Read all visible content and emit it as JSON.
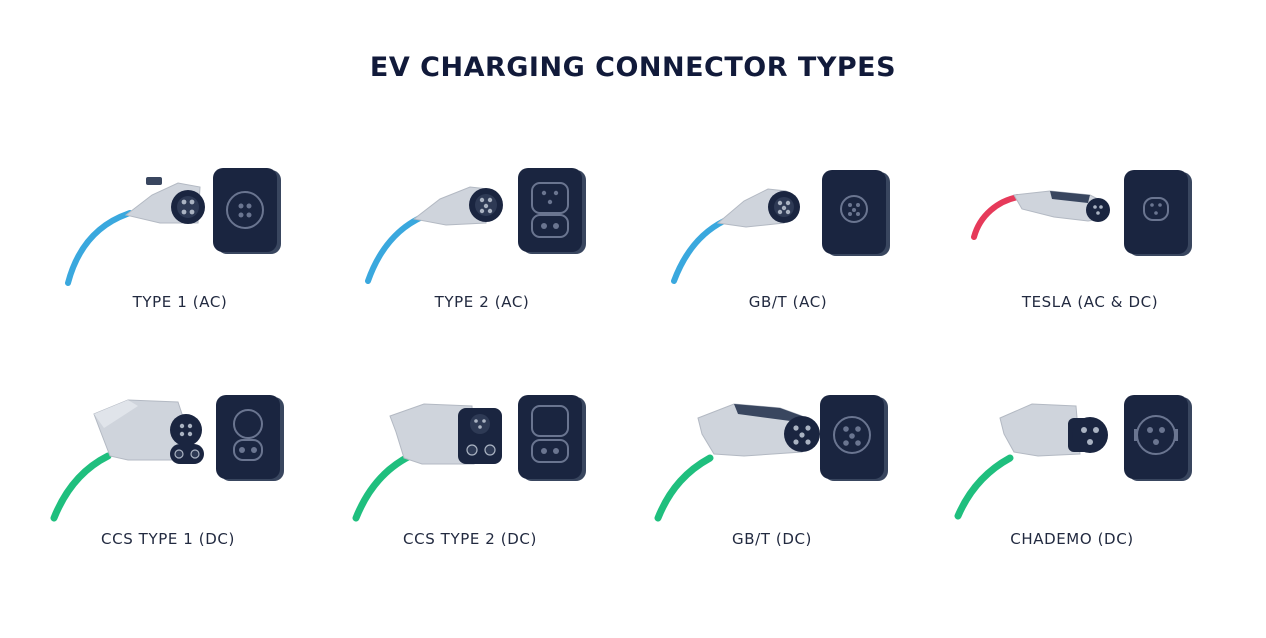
{
  "title": "EV CHARGING CONNECTOR TYPES",
  "colors": {
    "ac_cable": "#3aa8de",
    "dc_cable": "#1fbf7e",
    "tesla_cable": "#e63a5a",
    "socket_dark": "#1a2540",
    "socket_plate": "#39465f",
    "plug_body": "#cfd4dc",
    "text": "#111a3a"
  },
  "connectors": [
    {
      "label": "TYPE 1 (AC)",
      "cable": "ac",
      "icon": "type1-plug-icon"
    },
    {
      "label": "TYPE 2 (AC)",
      "cable": "ac",
      "icon": "type2-plug-icon"
    },
    {
      "label": "GB/T (AC)",
      "cable": "ac",
      "icon": "gbt-ac-plug-icon"
    },
    {
      "label": "TESLA (AC & DC)",
      "cable": "tesla",
      "icon": "tesla-plug-icon"
    },
    {
      "label": "CCS TYPE 1 (DC)",
      "cable": "dc",
      "icon": "ccs1-plug-icon"
    },
    {
      "label": "CCS TYPE 2 (DC)",
      "cable": "dc",
      "icon": "ccs2-plug-icon"
    },
    {
      "label": "GB/T (DC)",
      "cable": "dc",
      "icon": "gbt-dc-plug-icon"
    },
    {
      "label": "CHADEMO (DC)",
      "cable": "dc",
      "icon": "chademo-plug-icon"
    }
  ]
}
